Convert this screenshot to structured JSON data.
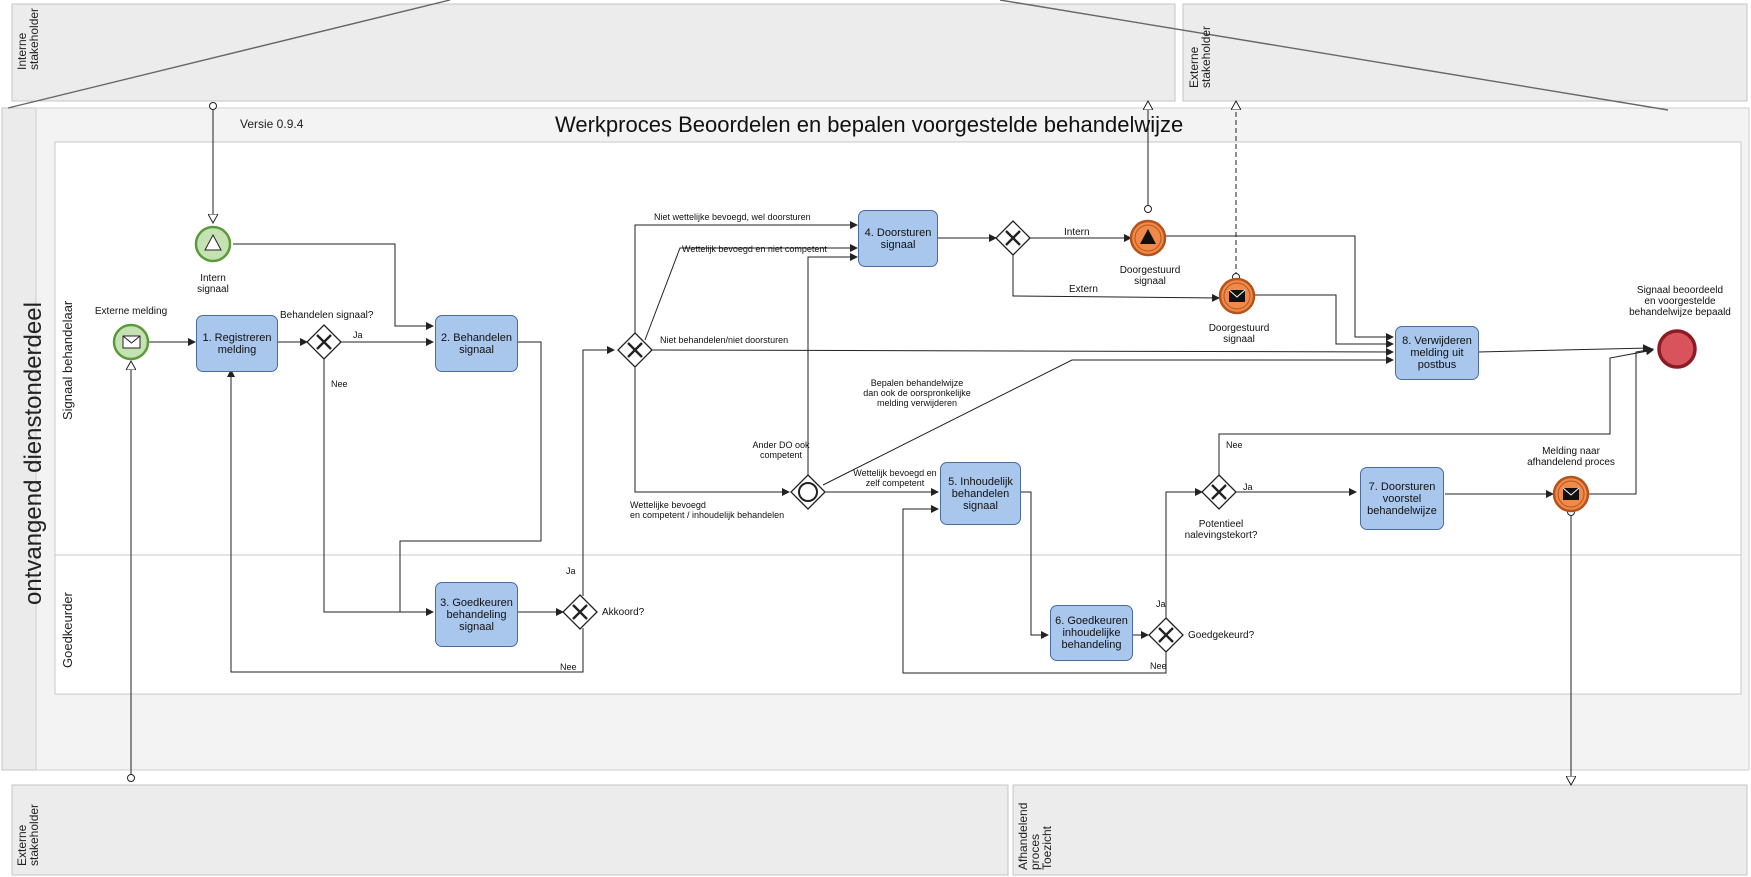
{
  "diagram": {
    "title": "Werkproces Beoordelen en bepalen voorgestelde behandelwijze",
    "version": "Versie 0.9.4",
    "pool": "ontvangend dienstonderdeel",
    "lanes": {
      "signal": "Signaal behandelaar",
      "approver": "Goedkeurder"
    },
    "external_pools": {
      "internal_top": [
        "Interne",
        "stakeholder"
      ],
      "external_top": [
        "Externe",
        "stakeholder"
      ],
      "external_bottom": [
        "Externe",
        "stakeholder"
      ],
      "downstream_bottom": [
        "Afhandelend",
        "proces",
        "Toezicht"
      ]
    },
    "tasks": {
      "t1": "1. Registreren melding",
      "t2": "2. Behandelen signaal",
      "t3": "3. Goedkeuren behandeling signaal",
      "t4": "4. Doorsturen signaal",
      "t5": "5. Inhoudelijk behandelen signaal",
      "t6": "6. Goedkeuren inhoudelijke behandeling",
      "t7": "7. Doorsturen voorstel behandelwijze",
      "t8": "8. Verwijderen melding uit postbus"
    },
    "events": {
      "start_external": "Externe melding",
      "start_internal": [
        "Intern",
        "signaal"
      ],
      "forwarded_internal": [
        "Doorgestuurd",
        "signaal"
      ],
      "forwarded_external": [
        "Doorgestuurd",
        "signaal"
      ],
      "message_downstream": [
        "Melding naar",
        "afhandelend proces"
      ],
      "end": [
        "Signaal beoordeeld",
        "en voorgestelde",
        "behandelwijze bepaald"
      ]
    },
    "gateways": {
      "treat": "Behandelen signaal?",
      "agree": "Akkoord?",
      "approved": "Goedgekeurd?",
      "potential": [
        "Potentieel",
        "nalevingstekort?"
      ]
    },
    "flow_labels": {
      "ja1": "Ja",
      "nee1": "Nee",
      "ja_agree": "Ja",
      "nee_agree": "Nee",
      "ja_appr": "Ja",
      "nee_appr": "Nee",
      "ja_pot": "Ja",
      "nee_pot": "Nee",
      "intern": "Intern",
      "extern": "Extern",
      "not_legal_forward": "Niet wettelijke bevoegd, wel doorsturen",
      "legal_not_competent": "Wettelijk bevoegd en niet competent",
      "not_treat": "Niet behandelen/niet doorsturen",
      "legal_competent_content": [
        "Wettelijke bevoegd",
        "en competent / inhoudelijk behandelen"
      ],
      "other_do": [
        "Ander DO ook",
        "competent"
      ],
      "legal_self": [
        "Wettelijk bevoegd en",
        "zelf competent"
      ],
      "determine": [
        "Bepalen behandelwijze",
        "dan ook de oorspronkelijke",
        "melding verwijderen"
      ]
    }
  }
}
